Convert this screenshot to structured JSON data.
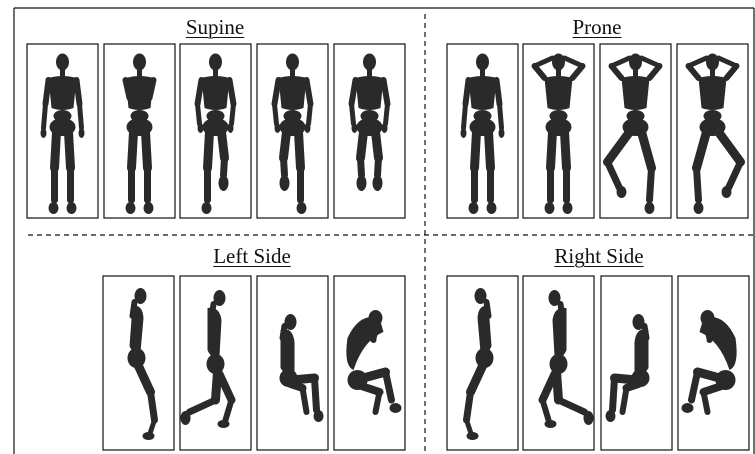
{
  "colors": {
    "figure": "#2a2a2a",
    "frame": "#111111",
    "background": "#ffffff"
  },
  "quadrants": {
    "supine": {
      "title": "Supine",
      "poses": [
        "arms-at-sides",
        "arms-crossed",
        "hands-at-hips-right-knee-bent",
        "hands-at-hips-left-knee-bent",
        "hands-at-hips-both-knees-bent"
      ]
    },
    "prone": {
      "title": "Prone",
      "poses": [
        "arms-at-sides",
        "hands-behind-head",
        "hands-behind-head-left-leg-bent",
        "hands-behind-head-right-leg-bent"
      ]
    },
    "left_side": {
      "title": "Left Side",
      "poses": [
        "straight",
        "knees-bent",
        "hips-flexed",
        "fetal"
      ]
    },
    "right_side": {
      "title": "Right Side",
      "poses": [
        "straight",
        "knees-bent",
        "hips-flexed",
        "fetal"
      ]
    }
  }
}
